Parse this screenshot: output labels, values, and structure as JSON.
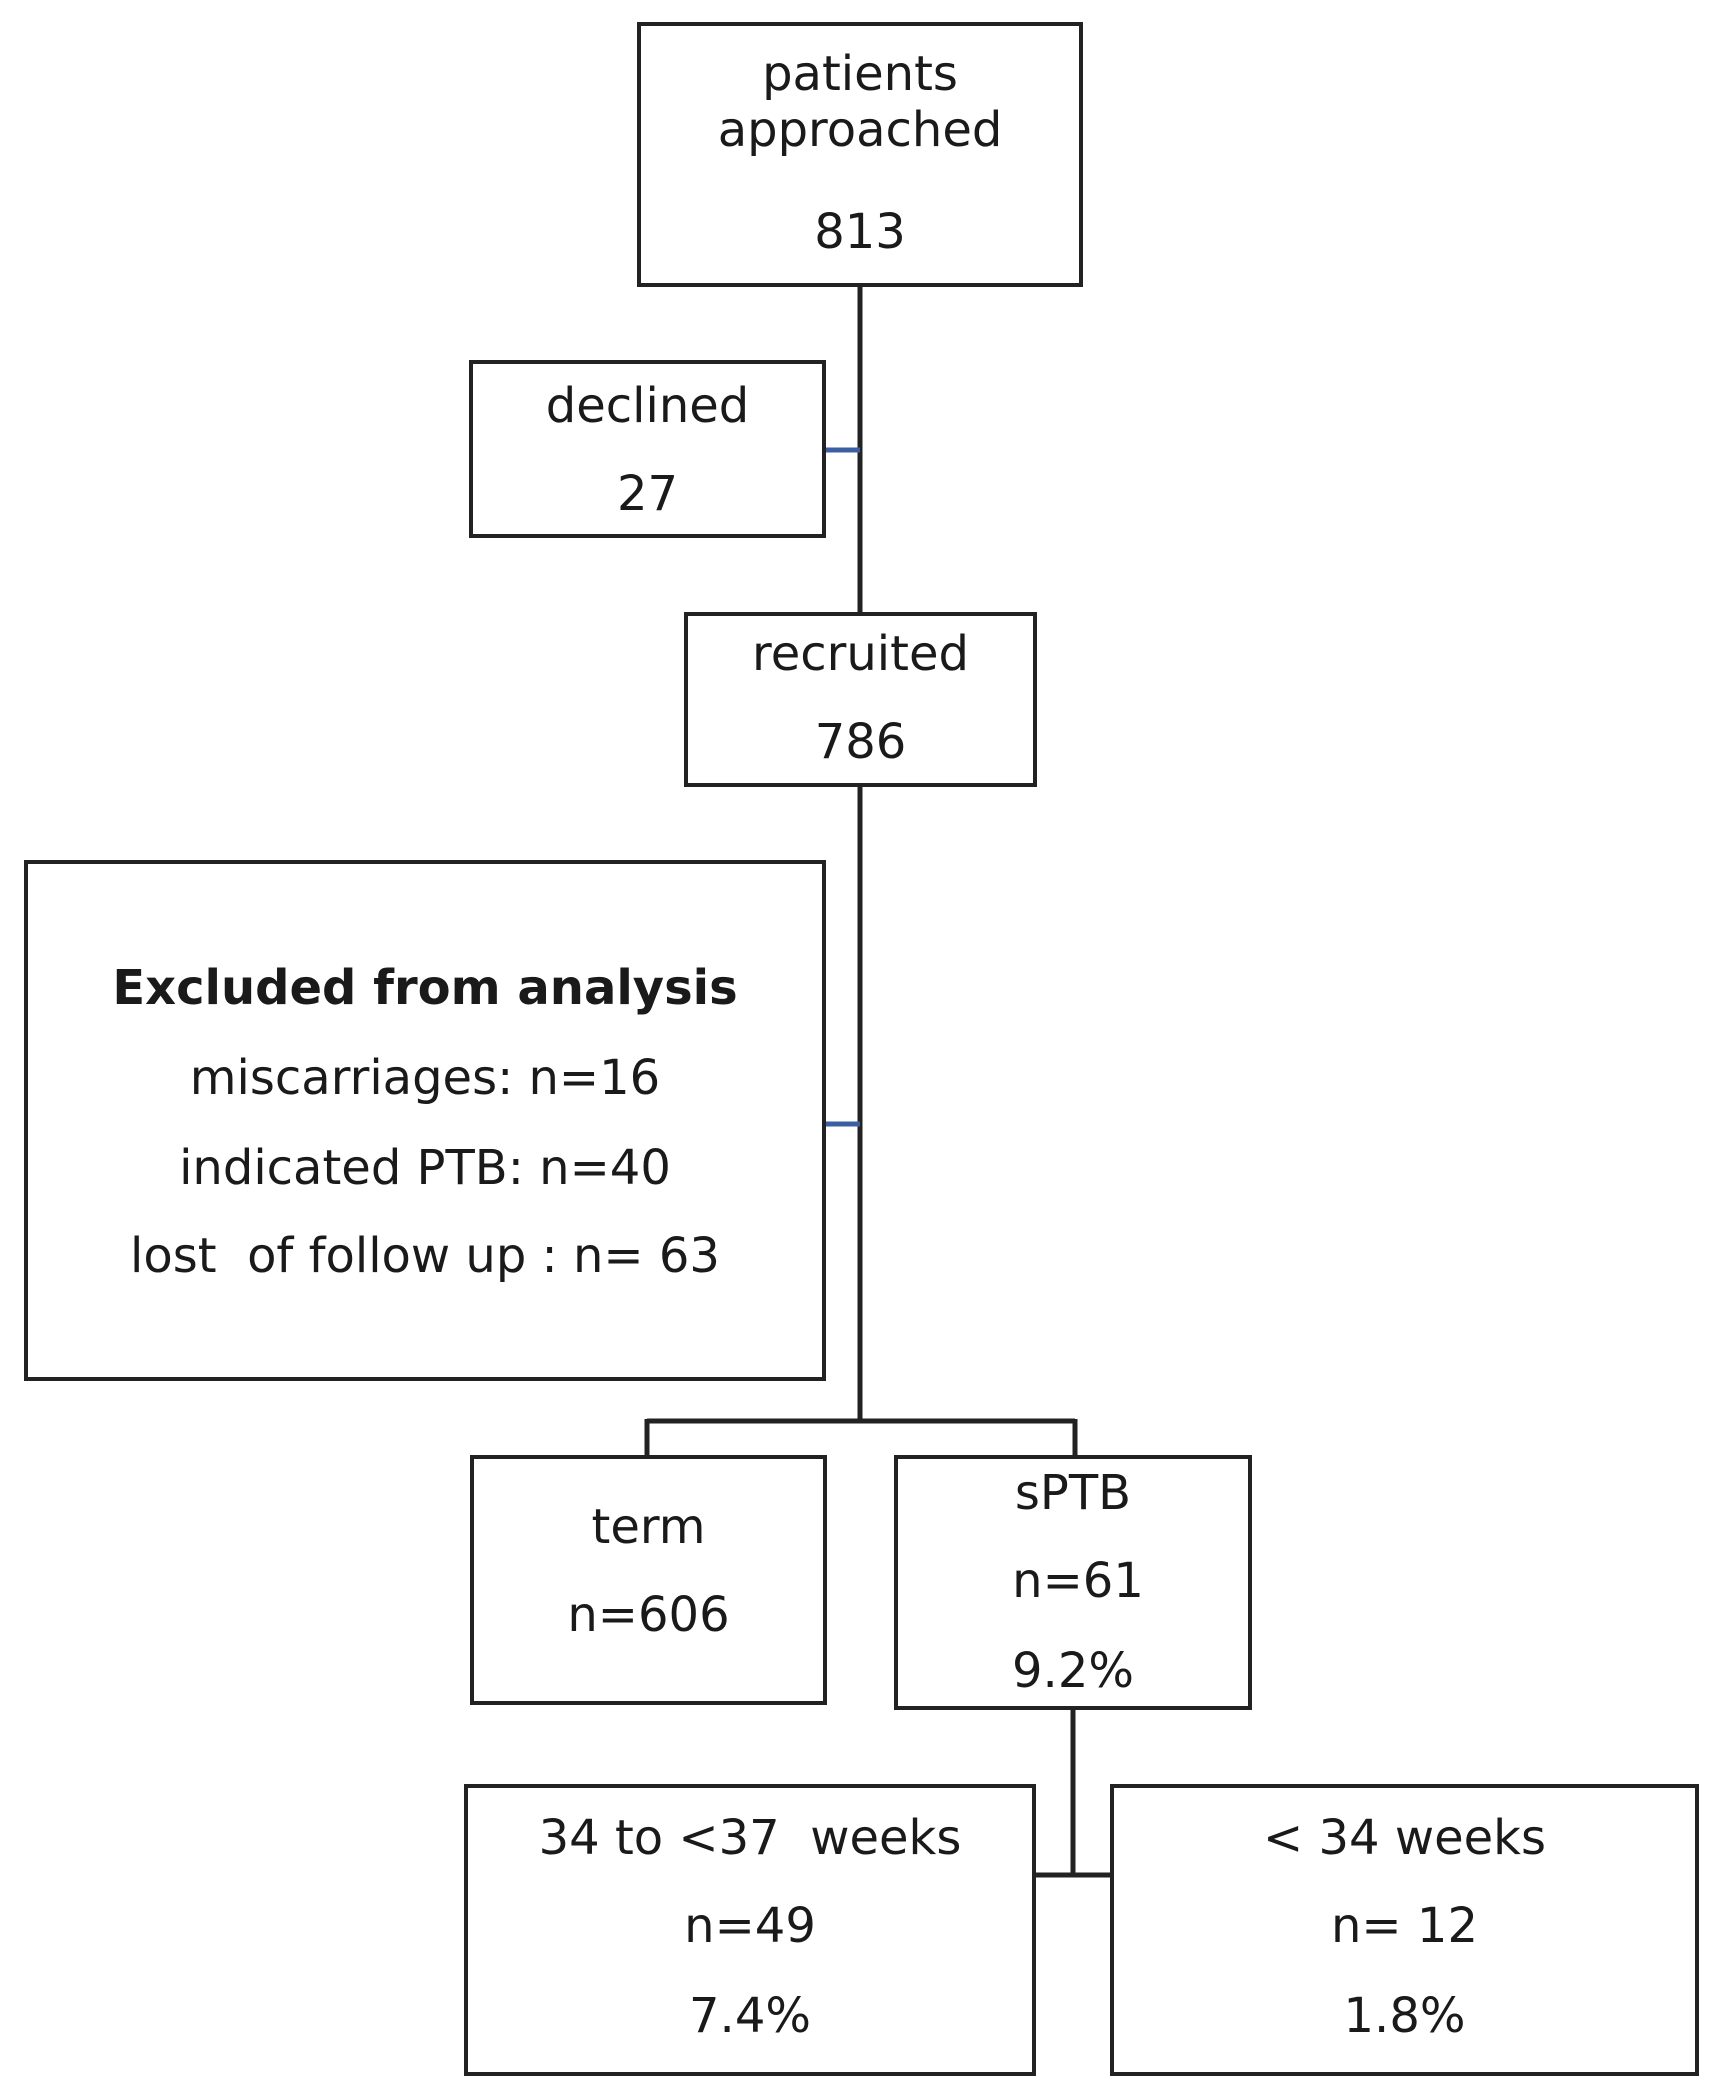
{
  "flowchart": {
    "approached": {
      "label": "patients\napproached",
      "count": "813"
    },
    "declined": {
      "label": "declined",
      "count": "27"
    },
    "recruited": {
      "label": "recruited",
      "count": "786"
    },
    "excluded": {
      "title": "Excluded from analysis",
      "lines": [
        "miscarriages: n=16",
        "indicated PTB: n=40",
        "lost  of follow up : n= 63"
      ]
    },
    "term": {
      "label": "term",
      "count": "n=606"
    },
    "sptb": {
      "label": "sPTB",
      "count": "n=61",
      "percent": "9.2%"
    },
    "late_preterm": {
      "label": "34 to <37  weeks",
      "count": "n=49",
      "percent": "7.4%"
    },
    "early_preterm": {
      "label": "< 34 weeks",
      "count": "n= 12",
      "percent": "1.8%"
    },
    "colors": {
      "box_border": "#222222",
      "connector": "#222222",
      "accent_connector": "#3b5fa0"
    }
  }
}
